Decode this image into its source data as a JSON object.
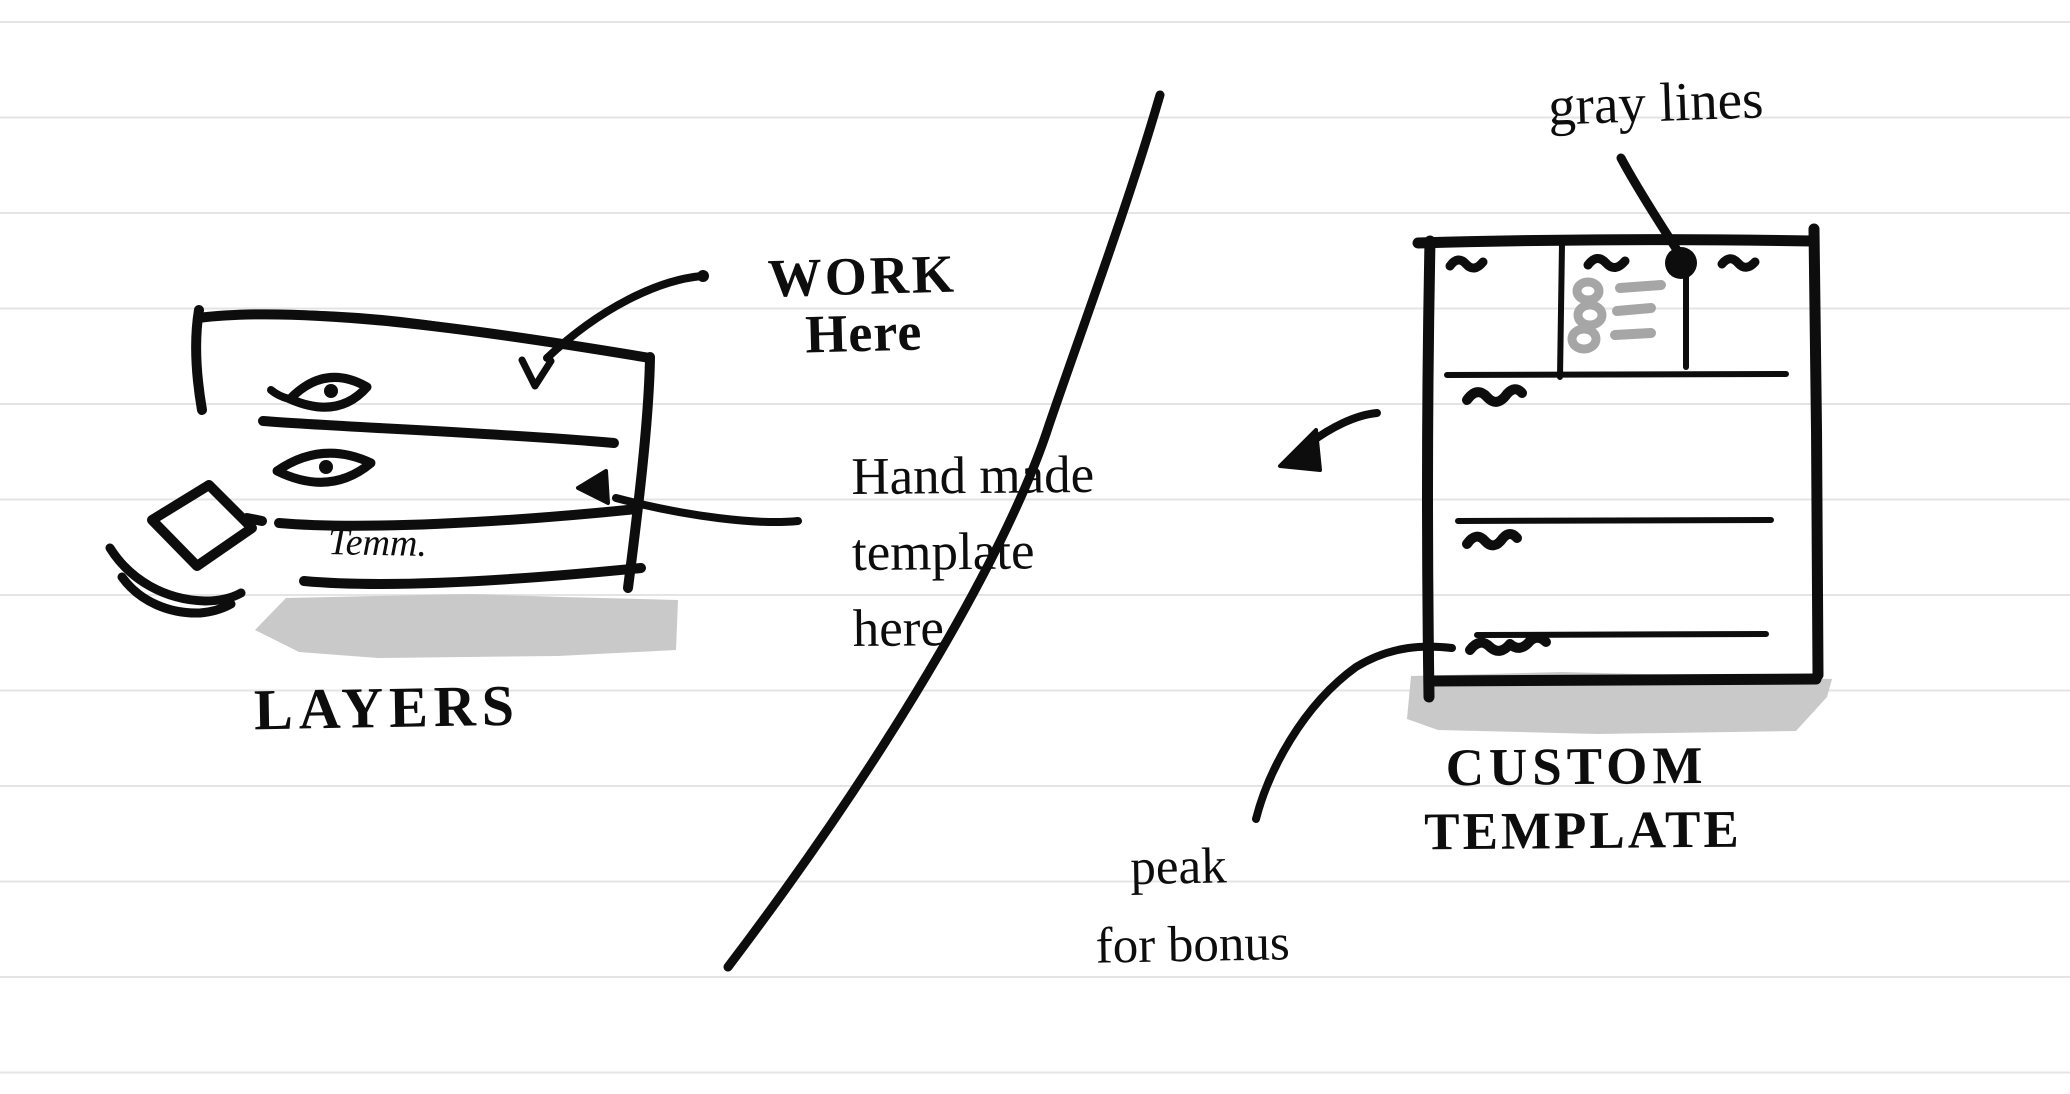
{
  "canvas": {
    "paper_color": "#ffffff",
    "ruled_line_color": "#e4e4e4",
    "ink_color": "#0d0d0d",
    "highlighter_color": "#c9c9c9",
    "gray_pen_color": "#a6a6a6"
  },
  "layers_sketch": {
    "caption": "LAYERS",
    "row_label": "Temm.",
    "icons": {
      "row1": "eye-icon",
      "row2": "eye-icon",
      "corner": "diamond-stack-icon"
    }
  },
  "template_sketch": {
    "caption_line1": "CUSTOM",
    "caption_line2": "TEMPLATE",
    "icons": {
      "header_marks": "squiggle-text-marks",
      "bullets": "gray-bullet-list"
    }
  },
  "annotations": {
    "work_here": {
      "line1": "WORK",
      "line2": "Here"
    },
    "hand_made": {
      "line1": "Hand made",
      "line2": "template",
      "line3": "here"
    },
    "gray_lines": {
      "label": "gray lines"
    },
    "peak": {
      "line1": "peak",
      "line2": "for bonus"
    }
  }
}
